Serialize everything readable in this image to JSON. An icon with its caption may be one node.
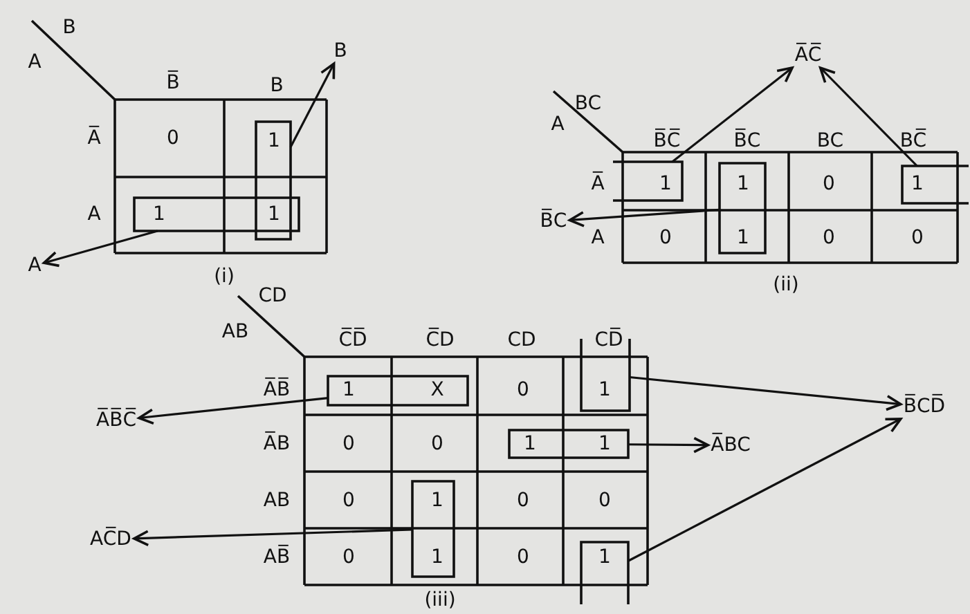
{
  "diagram": {
    "nodes": [
      {
        "text": [],
        "shape": "box"
      },
      {
        "text": [
          "B"
        ]
      },
      {
        "text": [],
        "shape": "box"
      },
      {
        "text": [
          "A"
        ]
      },
      {
        "text": [],
        "shape": "box"
      },
      {
        "text": [],
        "shape": "box"
      },
      {
        "text": [
          "A̅C̅"
        ]
      },
      {
        "text": [],
        "shape": "box"
      },
      {
        "text": [
          "B̅C"
        ]
      },
      {
        "text": [],
        "shape": "box"
      },
      {
        "text": [
          "A̅B̅C̅"
        ]
      },
      {
        "text": [],
        "shape": "box"
      },
      {
        "text": [],
        "shape": "box"
      },
      {
        "text": [
          "B̅CD̅"
        ]
      },
      {
        "text": [],
        "shape": "box"
      },
      {
        "text": [
          "A̅BC"
        ]
      },
      {
        "text": [],
        "shape": "box"
      },
      {
        "text": [
          "AC̅D"
        ]
      }
    ],
    "edges": [
      {
        "from": 0,
        "to": 1,
        "arrow": "to"
      },
      {
        "from": 2,
        "to": 3,
        "arrow": "to"
      },
      {
        "from": 4,
        "to": 6,
        "arrow": "to"
      },
      {
        "from": 5,
        "to": 6,
        "arrow": "to"
      },
      {
        "from": 7,
        "to": 8,
        "arrow": "to"
      },
      {
        "from": 9,
        "to": 10,
        "arrow": "to"
      },
      {
        "from": 11,
        "to": 13,
        "arrow": "to"
      },
      {
        "from": 12,
        "to": 13,
        "arrow": "to"
      },
      {
        "from": 14,
        "to": 15,
        "arrow": "to"
      },
      {
        "from": 16,
        "to": 17,
        "arrow": "to"
      }
    ],
    "labels": [
      "B",
      "A",
      "B̅",
      "B",
      "A̅",
      "0",
      "1",
      "A",
      "1",
      "1",
      "(i)",
      "BC",
      "A",
      "B̅C̅",
      "B̅C",
      "BC",
      "BC̅",
      "A̅",
      "1",
      "1",
      "0",
      "1",
      "A",
      "0",
      "1",
      "0",
      "0",
      "(ii)",
      "CD",
      "AB",
      "C̅D̅",
      "C̅D",
      "CD",
      "CD̅",
      "A̅B̅",
      "1",
      "X",
      "0",
      "1",
      "A̅B",
      "0",
      "0",
      "1",
      "1",
      "AB",
      "0",
      "1",
      "0",
      "0",
      "AB̅",
      "0",
      "1",
      "0",
      "1",
      "(iii)"
    ]
  }
}
